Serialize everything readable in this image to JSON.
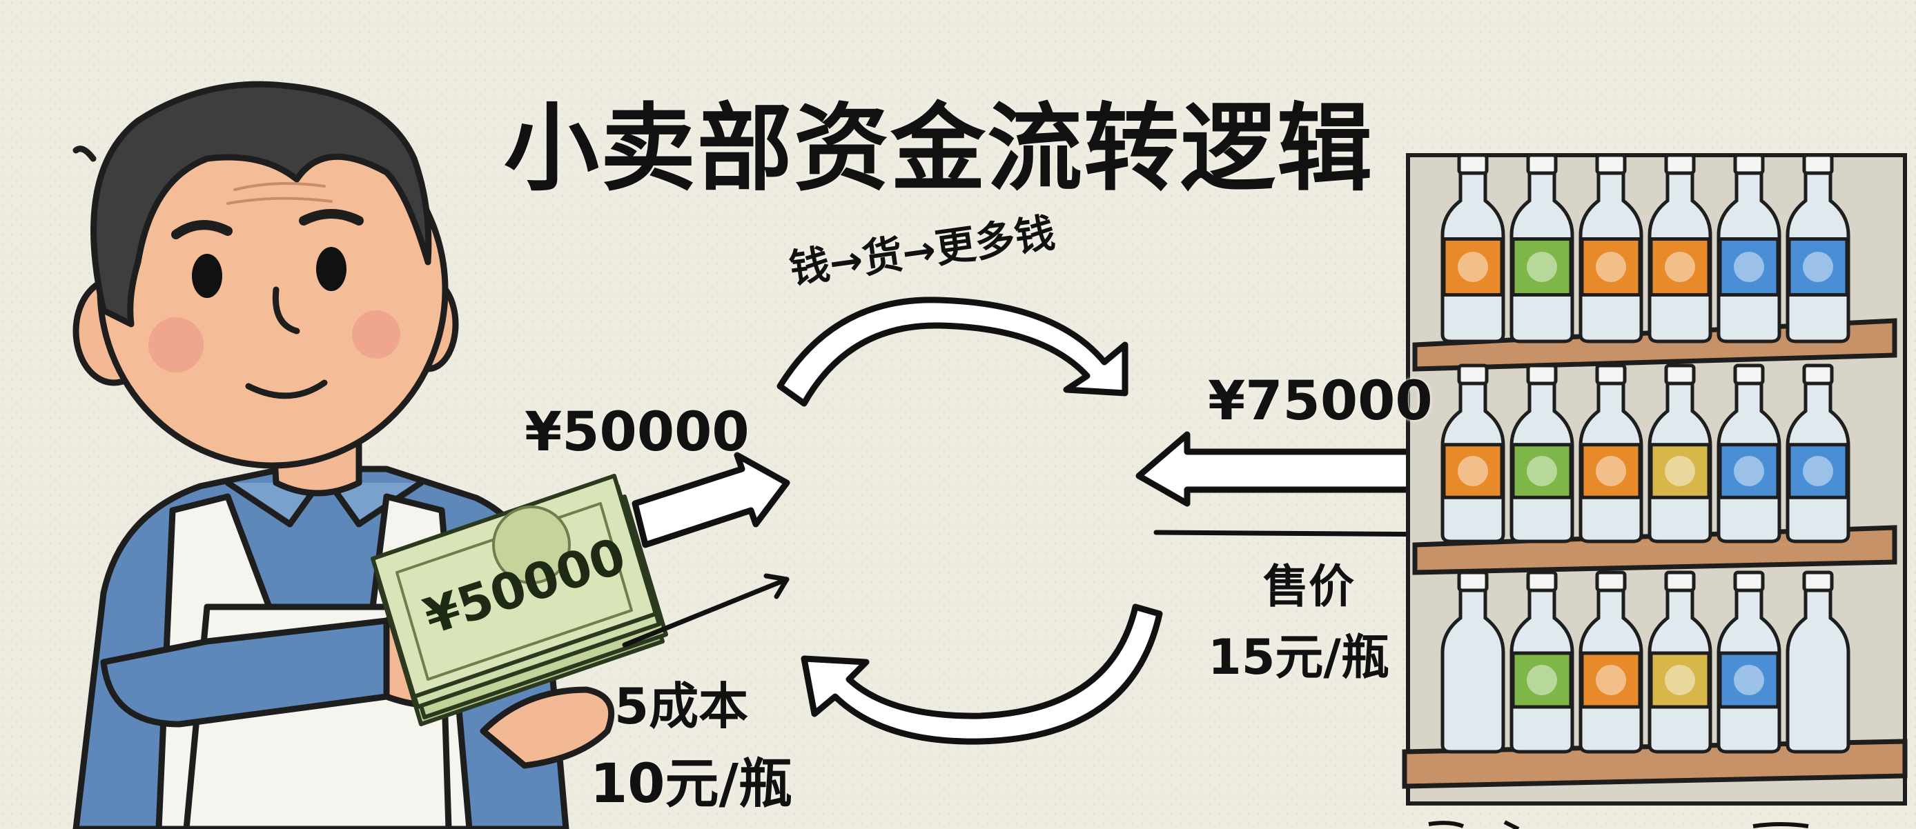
{
  "title": "小卖部资金流转逻辑",
  "cycle_caption": "钱→货→更多钱",
  "cash_flow": {
    "investment_label": "¥50000",
    "cash_bundle_label": "¥50000",
    "cost_title": "5成本",
    "cost_price": "10元/瓶"
  },
  "goods_flow": {
    "revenue_label": "¥75000",
    "sale_title": "售价",
    "sale_price": "15元/瓶"
  },
  "colors": {
    "background": "#eeebe1",
    "money_green": "#c9d6a4",
    "shirt_blue": "#5f88ba",
    "shelf_wood": "#b98457",
    "label_orange": "#e88a2a",
    "label_green": "#7fb648",
    "label_blue": "#4a8fd6"
  }
}
